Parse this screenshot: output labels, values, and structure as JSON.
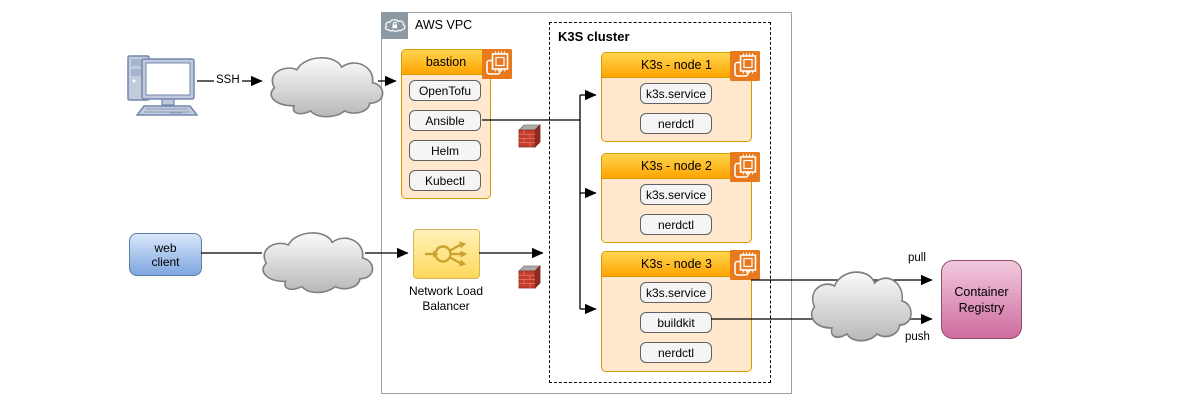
{
  "vpc": {
    "title": "AWS VPC"
  },
  "cluster": {
    "title": "K3S cluster",
    "nodes": [
      {
        "title": "K3s - node 1",
        "services": [
          "k3s.service",
          "nerdctl"
        ]
      },
      {
        "title": "K3s - node 2",
        "services": [
          "k3s.service",
          "nerdctl"
        ]
      },
      {
        "title": "K3s - node 3",
        "services": [
          "k3s.service",
          "buildkit",
          "nerdctl"
        ]
      }
    ]
  },
  "bastion": {
    "title": "bastion",
    "tools": [
      "OpenTofu",
      "Ansible",
      "Helm",
      "Kubectl"
    ]
  },
  "web_client": {
    "label": "web client"
  },
  "nlb": {
    "label": "Network Load Balancer"
  },
  "registry": {
    "label": "Container Registry"
  },
  "edge_labels": {
    "ssh": "SSH",
    "pull": "pull",
    "push": "push"
  },
  "colors": {
    "header_top": "#FFD54F",
    "header_bottom": "#FFA400",
    "box_body": "#FFE8CE",
    "box_border": "#D79B00",
    "pill_bg": "#F5F5F5",
    "web_client_blue": "#7EA6E0",
    "nlb_yellow": "#FFD95C",
    "registry_pink": "#CE6C9E",
    "aws_icon_orange": "#E8791D",
    "vpc_icon_gray": "#8C99A2",
    "firewall_red": "#C73B2D",
    "cloud_gray": "#C9C9C9"
  }
}
